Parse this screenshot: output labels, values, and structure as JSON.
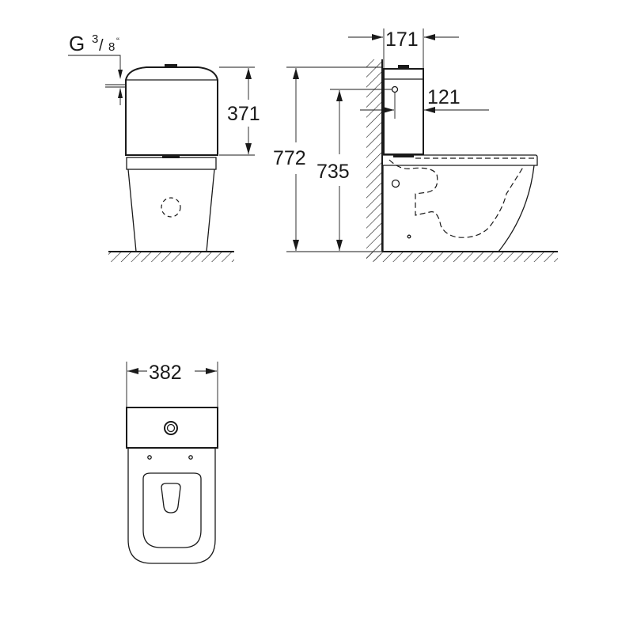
{
  "drawing": {
    "front_view": {
      "thread_label": {
        "letter": "G",
        "numerator": "3",
        "denominator": "8",
        "inch_mark": "“"
      },
      "cistern_height": "371"
    },
    "side_view": {
      "cistern_depth": "171",
      "inlet_offset": "121",
      "total_height": "772",
      "inlet_height": "735"
    },
    "top_view": {
      "width": "382"
    },
    "colors": {
      "line": "#1a1a1a",
      "background": "#ffffff"
    }
  }
}
